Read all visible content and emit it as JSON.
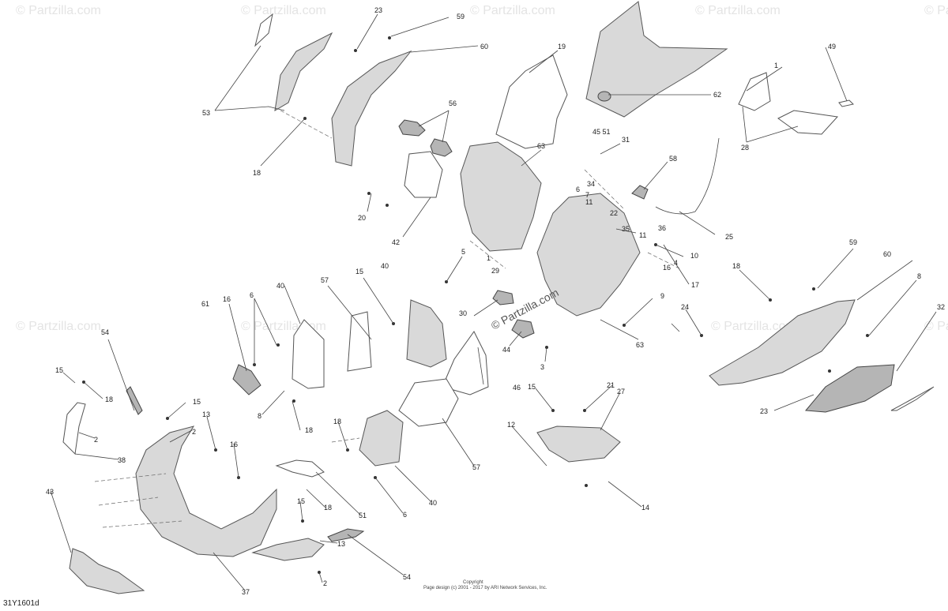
{
  "watermarks": [
    "© Partzilla.com",
    "© Partzilla.com",
    "© Partzilla.com",
    "© Partzilla.com",
    "© Partzilla.com",
    "© Partzilla.com",
    "© Partzilla.com",
    "© Partzilla.com",
    "© Partzilla.com"
  ],
  "center_watermark": "© Partzilla.com",
  "diagram_code": "31Y1601d",
  "footer": {
    "line1": "Copyright",
    "line2": "Page design (c) 2001 - 2017 by ARI Network Services, Inc."
  },
  "callouts": [
    {
      "id": "c23a",
      "text": "23"
    },
    {
      "id": "c59a",
      "text": "59"
    },
    {
      "id": "c60a",
      "text": "60"
    },
    {
      "id": "c19",
      "text": "19"
    },
    {
      "id": "c53",
      "text": "53"
    },
    {
      "id": "c56",
      "text": "56"
    },
    {
      "id": "c62",
      "text": "62"
    },
    {
      "id": "c1a",
      "text": "1"
    },
    {
      "id": "c49",
      "text": "49"
    },
    {
      "id": "c18a",
      "text": "18"
    },
    {
      "id": "c4551",
      "text": "45 51"
    },
    {
      "id": "c31",
      "text": "31"
    },
    {
      "id": "c63a",
      "text": "63"
    },
    {
      "id": "c28",
      "text": "28"
    },
    {
      "id": "c58",
      "text": "58"
    },
    {
      "id": "c34",
      "text": "34"
    },
    {
      "id": "c6a",
      "text": "6"
    },
    {
      "id": "c7",
      "text": "7"
    },
    {
      "id": "c11a",
      "text": "11"
    },
    {
      "id": "c20",
      "text": "20"
    },
    {
      "id": "c22",
      "text": "22"
    },
    {
      "id": "c35",
      "text": "35"
    },
    {
      "id": "c36",
      "text": "36"
    },
    {
      "id": "c11b",
      "text": "11"
    },
    {
      "id": "c25",
      "text": "25"
    },
    {
      "id": "c42",
      "text": "42"
    },
    {
      "id": "c5",
      "text": "5"
    },
    {
      "id": "c1b",
      "text": "1"
    },
    {
      "id": "c10",
      "text": "10"
    },
    {
      "id": "c59b",
      "text": "59"
    },
    {
      "id": "c4",
      "text": "4"
    },
    {
      "id": "c16a",
      "text": "16"
    },
    {
      "id": "c18b",
      "text": "18"
    },
    {
      "id": "c60b",
      "text": "60"
    },
    {
      "id": "c17",
      "text": "17"
    },
    {
      "id": "c40a",
      "text": "40"
    },
    {
      "id": "c29",
      "text": "29"
    },
    {
      "id": "c8a",
      "text": "8"
    },
    {
      "id": "c15a",
      "text": "15"
    },
    {
      "id": "c40b",
      "text": "40"
    },
    {
      "id": "c57a",
      "text": "57"
    },
    {
      "id": "c61",
      "text": "61"
    },
    {
      "id": "c16b",
      "text": "16"
    },
    {
      "id": "c6b",
      "text": "6"
    },
    {
      "id": "c9",
      "text": "9"
    },
    {
      "id": "c24",
      "text": "24"
    },
    {
      "id": "c32",
      "text": "32"
    },
    {
      "id": "c30",
      "text": "30"
    },
    {
      "id": "c63b",
      "text": "63"
    },
    {
      "id": "c44",
      "text": "44"
    },
    {
      "id": "c54a",
      "text": "54"
    },
    {
      "id": "c3",
      "text": "3"
    },
    {
      "id": "c15b",
      "text": "15"
    },
    {
      "id": "c18c",
      "text": "18"
    },
    {
      "id": "c8b",
      "text": "8"
    },
    {
      "id": "c46",
      "text": "46"
    },
    {
      "id": "c15c",
      "text": "15"
    },
    {
      "id": "c21",
      "text": "21"
    },
    {
      "id": "c27",
      "text": "27"
    },
    {
      "id": "c15d",
      "text": "15"
    },
    {
      "id": "c13a",
      "text": "13"
    },
    {
      "id": "c18d",
      "text": "18"
    },
    {
      "id": "c23b",
      "text": "23"
    },
    {
      "id": "c2a",
      "text": "2"
    },
    {
      "id": "c12",
      "text": "12"
    },
    {
      "id": "c18e",
      "text": "18"
    },
    {
      "id": "c2b",
      "text": "2"
    },
    {
      "id": "c16c",
      "text": "16"
    },
    {
      "id": "c57b",
      "text": "57"
    },
    {
      "id": "c38",
      "text": "38"
    },
    {
      "id": "c43",
      "text": "43"
    },
    {
      "id": "c18f",
      "text": "18"
    },
    {
      "id": "c40c",
      "text": "40"
    },
    {
      "id": "c14",
      "text": "14"
    },
    {
      "id": "c15e",
      "text": "15"
    },
    {
      "id": "c51",
      "text": "51"
    },
    {
      "id": "c6c",
      "text": "6"
    },
    {
      "id": "c13b",
      "text": "13"
    },
    {
      "id": "c54b",
      "text": "54"
    },
    {
      "id": "c2c",
      "text": "2"
    },
    {
      "id": "c37",
      "text": "37"
    }
  ]
}
